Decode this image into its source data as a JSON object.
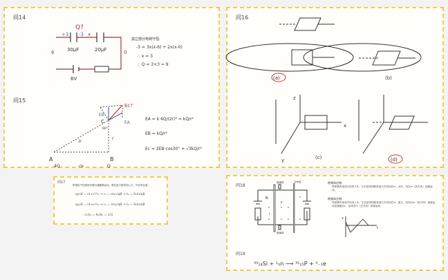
{
  "q14": {
    "title": "问14",
    "question": "Q?",
    "charge_left": "+3",
    "charge_mid": "-3",
    "unknown": "x",
    "cap1": "30μF",
    "cap2": "20μF",
    "pot_left": "6",
    "pot_right": "0",
    "battery": "6V",
    "note_title": "孤立部分电荷守恒:",
    "eq1": "-3 = 3x(x-6) + 2x(x-0)",
    "eq2": "∴ x = 3",
    "eq3": "∴ Q = 3×3 = 9"
  },
  "q15": {
    "title": "问15",
    "ec_label": "Ec?",
    "eb_label": "EB",
    "ea_label": "EA",
    "point_a": "A",
    "point_b": "B",
    "point_c": "C",
    "charge_a": "4Q",
    "charge_b": "Q",
    "side_ac": "2r",
    "side_ab": "√3r",
    "side_bc": "r",
    "angle": "60°",
    "eq_ea": "EA = k·4Q/(2r)² = kQ/r²",
    "eq_eb": "EB = kQ/r²",
    "eq_ec": "Ec = 2EB·cos30° = √3kQ/r²"
  },
  "q16": {
    "title": "问16",
    "label_a": "(a)",
    "label_b": "(b)",
    "label_c": "(c)",
    "label_d": "(d)",
    "axis_x": "x",
    "axis_y": "y",
    "axis_z": "z",
    "accent": "#c0392b"
  },
  "q17": {
    "title": "问17",
    "intro": "带电粒子在磁场中做匀速圆周运动，洛伦兹力提供向心力，列式求比值：",
    "line1": "qv₁B = m·v₁²/r₁  ⇒  r₁ = mv₁/qB  ⇒  t₁ = θ₁m/qB",
    "line2": "qv₂B = m·v₂²/r₂  ⇒  r₂ = mv₂/qB  ⇒  t₂ = θ₂m/qB",
    "line3": "∴ t₁/t₂ = θ₁/θ₂ = 1/3"
  },
  "q18": {
    "title": "问18",
    "insulator_top": "绝缘体",
    "insulator_bottom": "绝缘体",
    "t0": "t=0",
    "b_field": "B.",
    "force": "F",
    "current": "I",
    "right_title": "绝缘体右侧:",
    "right_text": "导体棒内电流方向向下⬇，左手定则判断安培力方向向右➡，动力，向左⬅（负方向）加速运动。",
    "left_title": "绝缘体左侧:",
    "left_text": "导体棒内电流方向向上⬆，左手定则判断安培力方向向右➡，阻力，先向左⬅（负方向）减速运动至速度为0，后向右➡（正方向）加速运动。",
    "v_axis": "v",
    "t_axis": "t"
  },
  "q19": {
    "title": "问19",
    "equation": "³⁰₁₄Si + ¹₀n ⟶ ³¹₁₅P + ⁰₋₁e"
  }
}
